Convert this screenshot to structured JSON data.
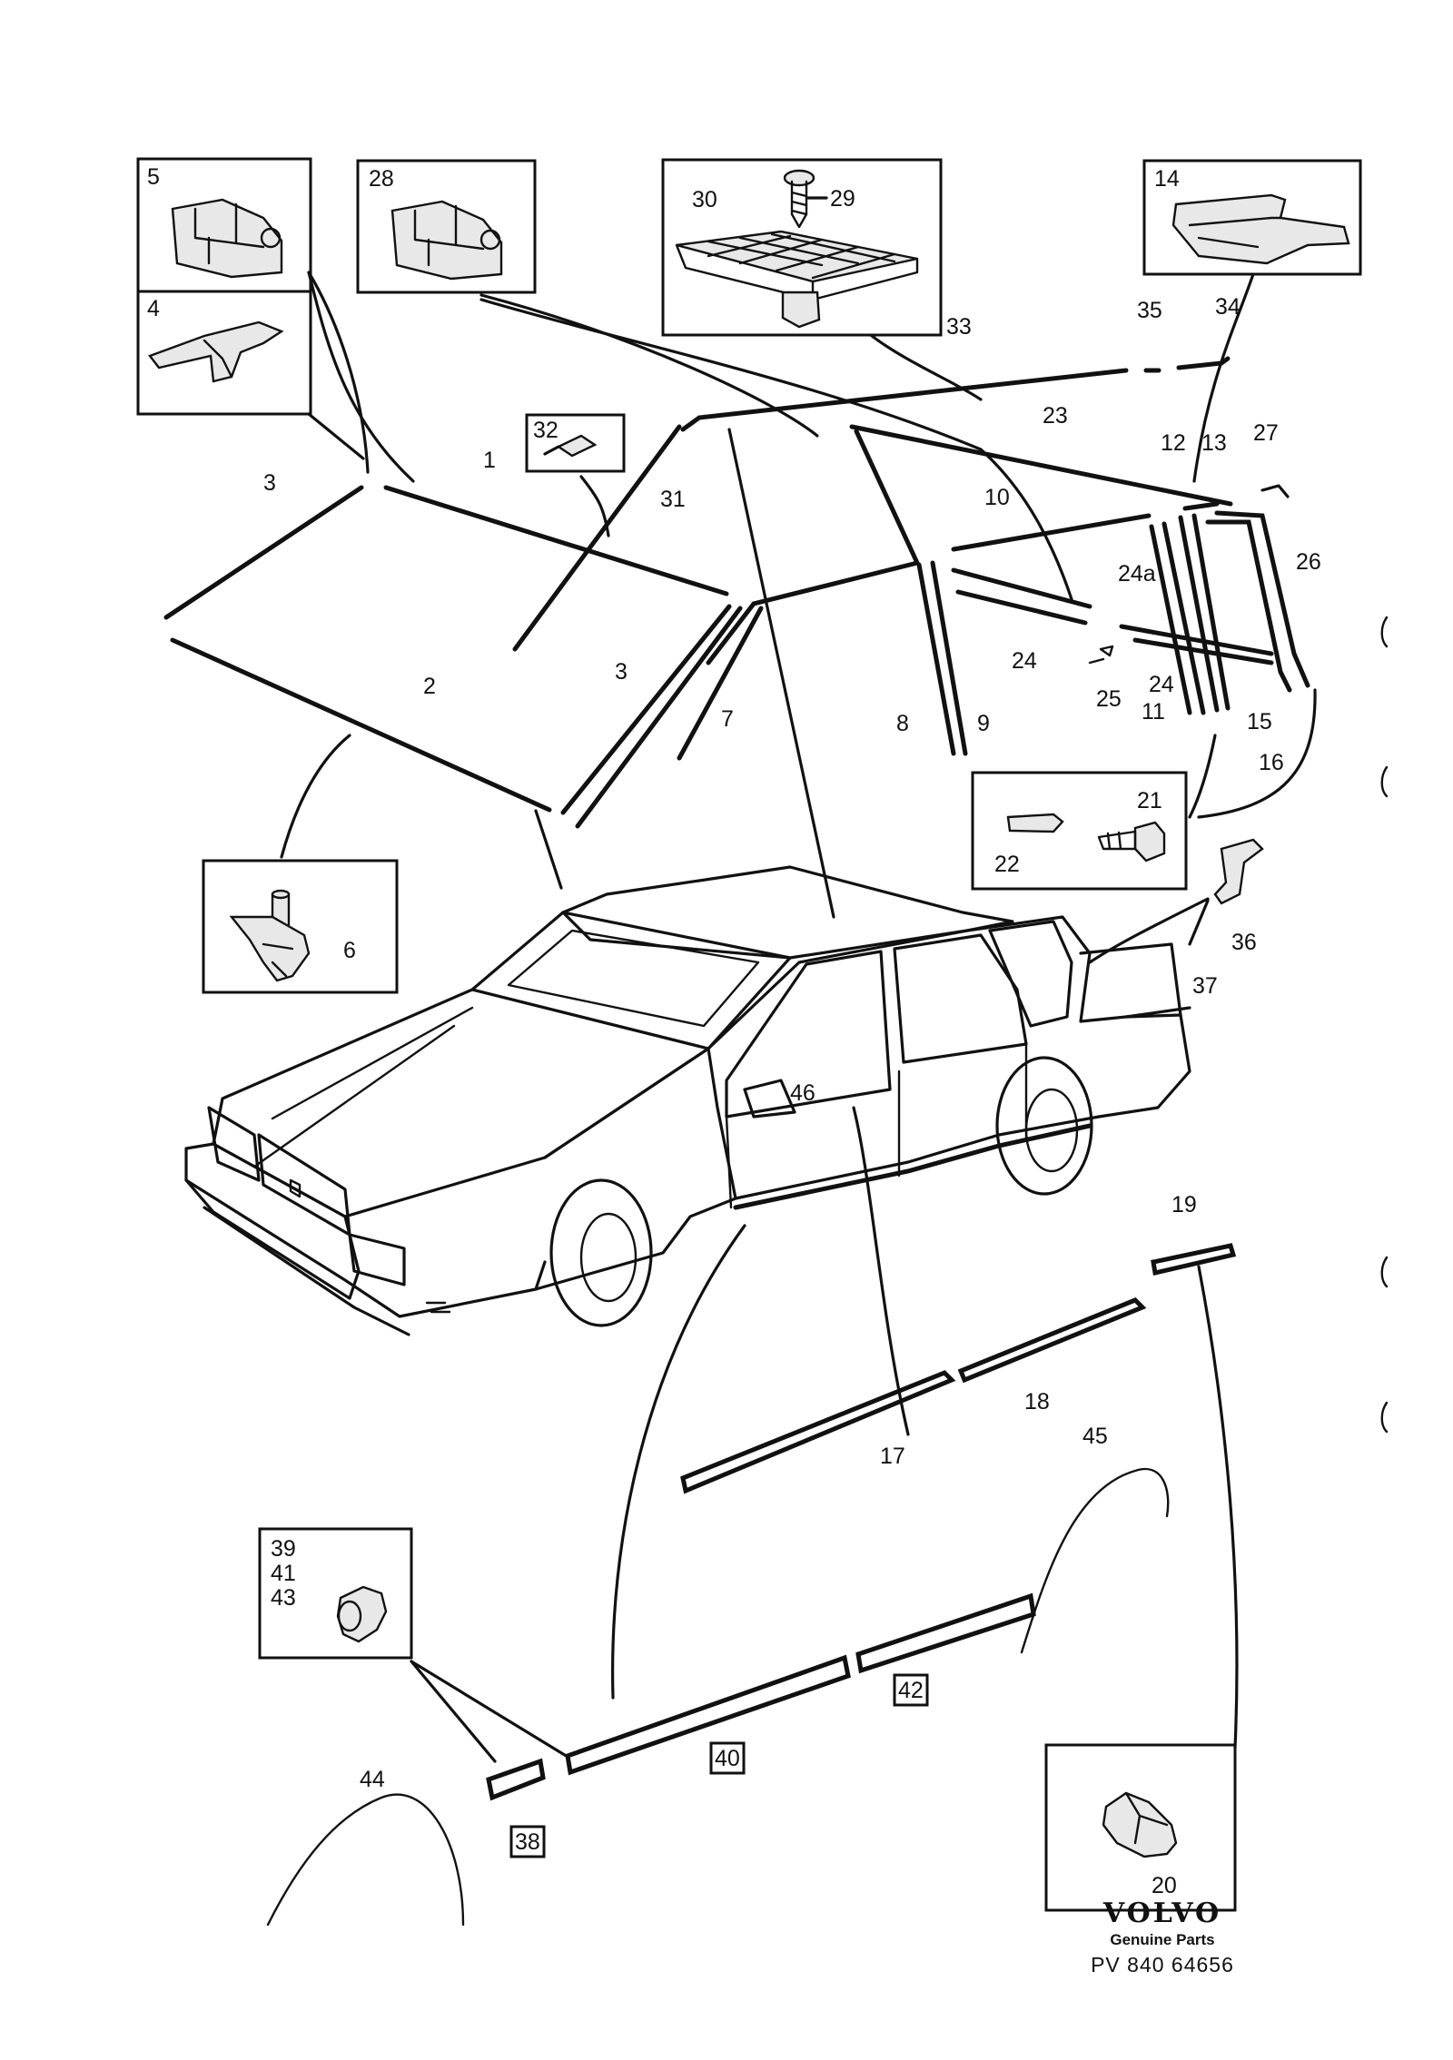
{
  "diagram": {
    "callouts": {
      "c1": "1",
      "c2": "2",
      "c3a": "3",
      "c3b": "3",
      "c4": "4",
      "c5": "5",
      "c6": "6",
      "c7": "7",
      "c8": "8",
      "c9": "9",
      "c10": "10",
      "c11": "11",
      "c12": "12",
      "c13": "13",
      "c14": "14",
      "c15": "15",
      "c16": "16",
      "c17": "17",
      "c18": "18",
      "c19": "19",
      "c20": "20",
      "c21": "21",
      "c22": "22",
      "c23": "23",
      "c24a": "24",
      "c24b": "24",
      "c24c": "24a",
      "c25": "25",
      "c26": "26",
      "c27": "27",
      "c28": "28",
      "c29": "29",
      "c30": "30",
      "c31": "31",
      "c32": "32",
      "c33": "33",
      "c34": "34",
      "c35": "35",
      "c36": "36",
      "c37": "37",
      "c38": "38",
      "c39": "39",
      "c40": "40",
      "c41": "41",
      "c42": "42",
      "c43": "43",
      "c44": "44",
      "c45": "45",
      "c46": "46"
    }
  },
  "footer": {
    "brand": "VOLVO",
    "subtitle": "Genuine Parts",
    "code": "PV 840  64656"
  },
  "icons": {
    "clip": "clip-icon",
    "screw": "screw-icon",
    "plug": "plug-icon"
  }
}
